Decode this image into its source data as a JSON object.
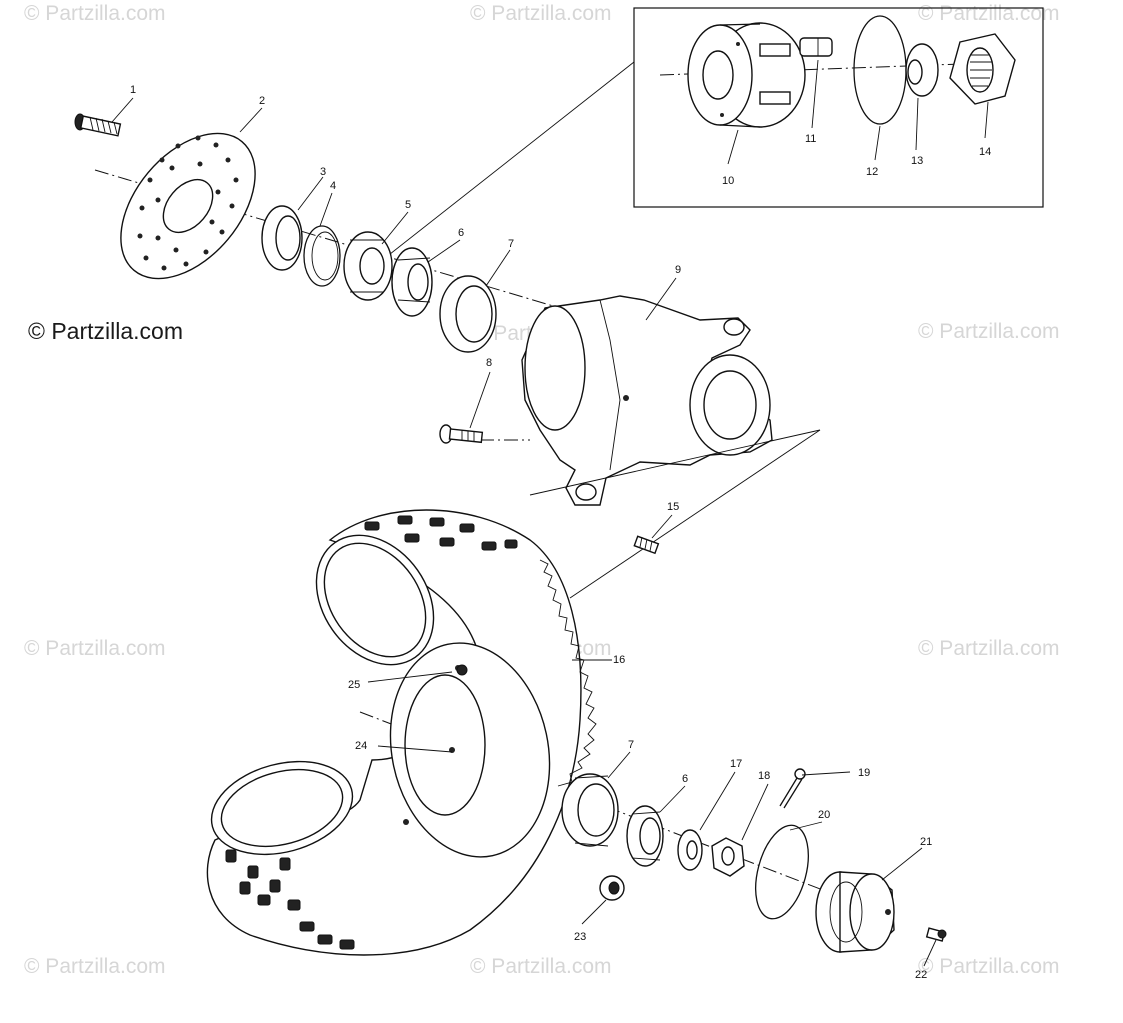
{
  "watermarks": {
    "text": "© Partzilla.com",
    "main_text": "© Partzilla.com"
  },
  "callouts": [
    "1",
    "2",
    "3",
    "4",
    "5",
    "6",
    "7",
    "8",
    "9",
    "10",
    "11",
    "12",
    "13",
    "14",
    "15",
    "16",
    "17",
    "18",
    "19",
    "20",
    "21",
    "22",
    "23",
    "24",
    "25",
    "7",
    "6"
  ],
  "colors": {
    "ink": "#111111",
    "watermark": "#d6d6d6",
    "background": "#ffffff"
  }
}
